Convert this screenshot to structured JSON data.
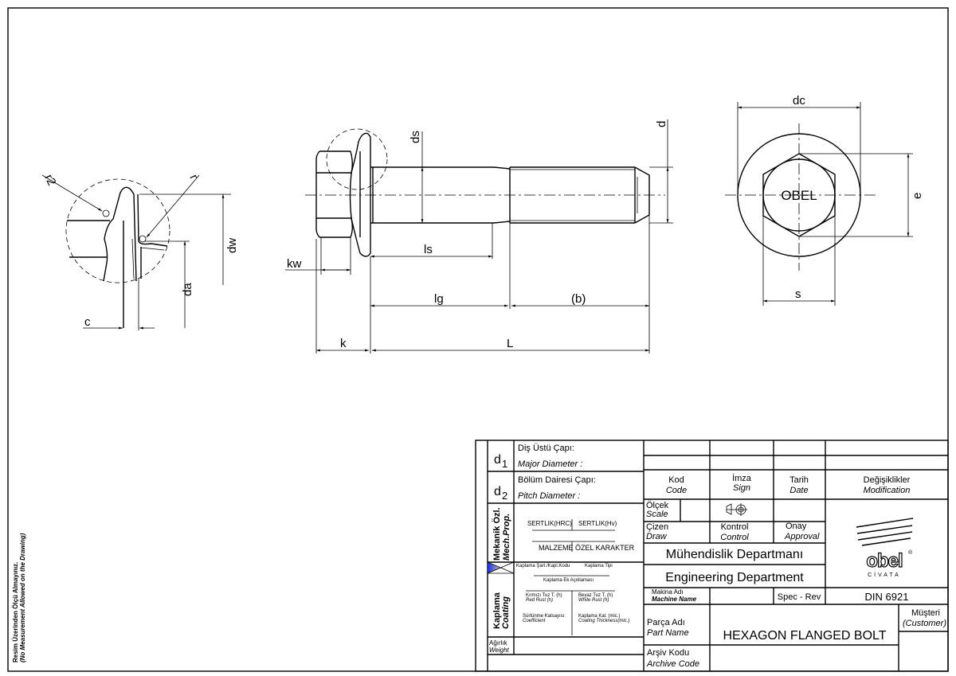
{
  "dimensions": {
    "r2": "r2",
    "r": "r",
    "c": "c",
    "da": "da",
    "dw": "dw",
    "kw": "kw",
    "ds": "ds",
    "d": "d",
    "ls": "ls",
    "lg": "lg",
    "b": "(b)",
    "k": "k",
    "L": "L",
    "dc": "dc",
    "e": "e",
    "s": "s"
  },
  "head_marking": "OBEL",
  "side_note": {
    "tr": "Resim Üzerinden Ölçü Almayınız.",
    "en": "(No Measurement Allowed on the Drawing)"
  },
  "title_block": {
    "d1": {
      "sym": "d",
      "sub": "1",
      "tr": "Diş Üstü Çapı:",
      "en": "Major Diameter :"
    },
    "d2": {
      "sym": "d",
      "sub": "2",
      "tr": "Bölüm Dairesi Çapı:",
      "en": "Pitch Diameter :"
    },
    "mech": {
      "tr": "Mekanik Özl.",
      "en": "Mech.Prop.",
      "hrc": "SERTLIK(HRC)",
      "hv": "SERTLIK(Hv)",
      "material": "MALZEME",
      "special": "ÖZEL KARAKTER"
    },
    "coating": {
      "tr": "Kaplama",
      "en": "Coating",
      "spec_code": "Kaplama Şart./Kapl.Kodu",
      "type": "Kaplama Tipi",
      "extra": "Kaplama Ek Açıklaması",
      "red_tr": "Kırmızı Tuz T. (h)",
      "red_en": "Red Rust (h)",
      "white_tr": "Beyaz Tuz T. (h)",
      "white_en": "White Rust (h)",
      "fric_tr": "Sürtünme Katsayısı",
      "fric_en": "Coefficient",
      "thick_tr": "Kaplama Kal. (mic.)",
      "thick_en": "Coating Thickness(mic.)"
    },
    "weight": {
      "tr": "Ağırlık",
      "en": "Weight"
    },
    "code": {
      "tr": "Kod",
      "en": "Code"
    },
    "sign": {
      "tr": "İmza",
      "en": "Sign"
    },
    "date": {
      "tr": "Tarih",
      "en": "Date"
    },
    "modification": {
      "tr": "Değişiklikler",
      "en": "Modification"
    },
    "scale": {
      "tr": "Ölçek",
      "en": "Scale"
    },
    "draw": {
      "tr": "Çizen",
      "en": "Draw"
    },
    "control": {
      "tr": "Kontrol",
      "en": "Control"
    },
    "approval": {
      "tr": "Onay",
      "en": "Approval"
    },
    "dept_tr": "Mühendislik Departmanı",
    "dept_en": "Engineering Department",
    "machine": {
      "tr": "Makina Adı",
      "en": "Machine Name"
    },
    "spec_rev": "Spec - Rev",
    "standard": "DIN 6921",
    "part": {
      "tr": "Parça Adı",
      "en": "Part Name"
    },
    "part_name": "HEXAGON FLANGED BOLT",
    "customer": {
      "tr": "Müşteri",
      "en": "(Customer)"
    },
    "archive": {
      "tr": "Arşiv Kodu",
      "en": "Archive Code"
    },
    "logo": {
      "name": "obel",
      "sub": "CİVATA",
      "reg": "®"
    }
  }
}
